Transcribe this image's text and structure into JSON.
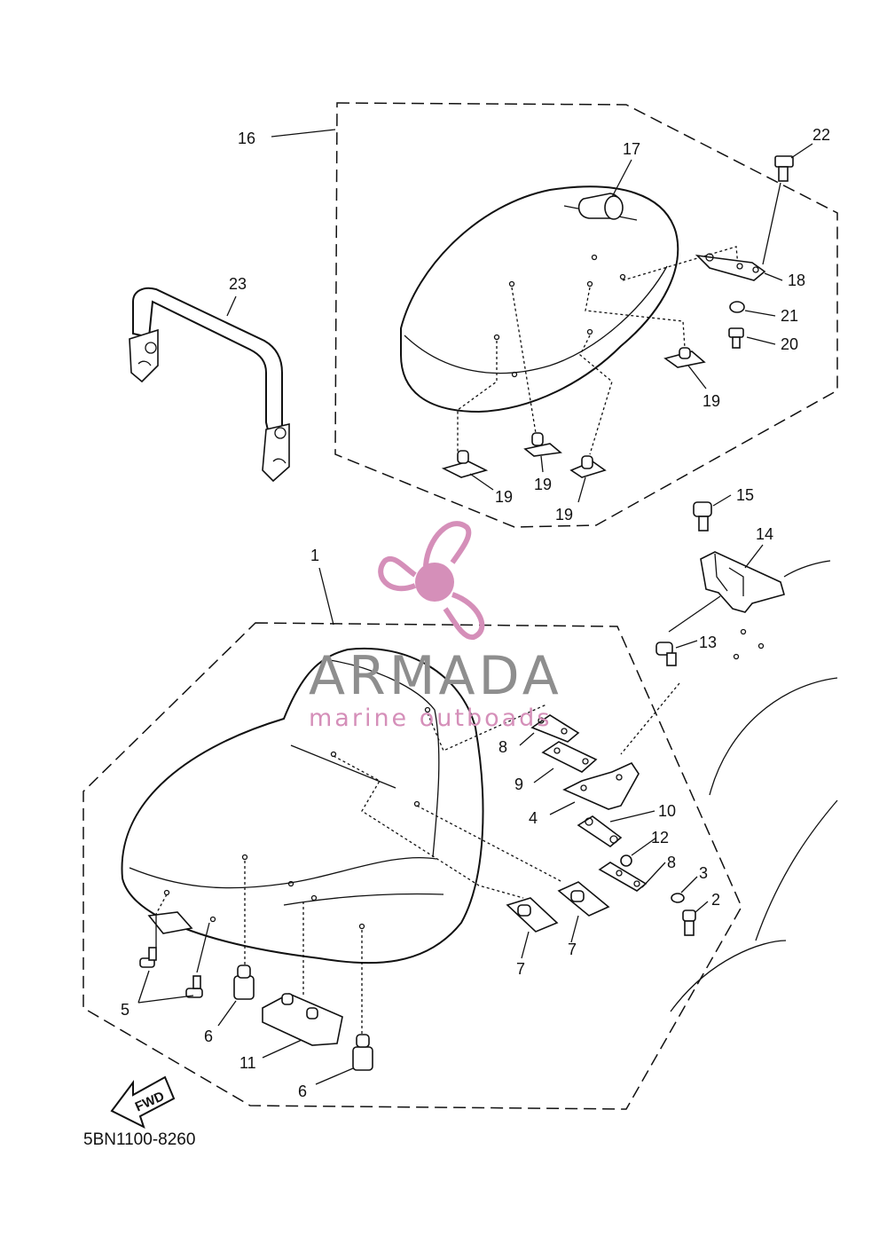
{
  "diagram": {
    "ref_code": "5BN1100-8260",
    "fwd_label": "FWD",
    "labels": {
      "p1": "1",
      "p2": "2",
      "p3": "3",
      "p4": "4",
      "p5": "5",
      "p6a": "6",
      "p6b": "6",
      "p7a": "7",
      "p7b": "7",
      "p8a": "8",
      "p8b": "8",
      "p9": "9",
      "p10": "10",
      "p11": "11",
      "p12": "12",
      "p13": "13",
      "p14": "14",
      "p15": "15",
      "p16": "16",
      "p17": "17",
      "p18": "18",
      "p19a": "19",
      "p19b": "19",
      "p19c": "19",
      "p19d": "19",
      "p20": "20",
      "p21": "21",
      "p22": "22",
      "p23": "23"
    }
  },
  "watermark": {
    "brand": "ARMADA",
    "tagline": "marine outboads",
    "logo_icon": "propeller-icon",
    "color_brand": "#8e8e8e",
    "color_logo": "#d58fb9"
  }
}
